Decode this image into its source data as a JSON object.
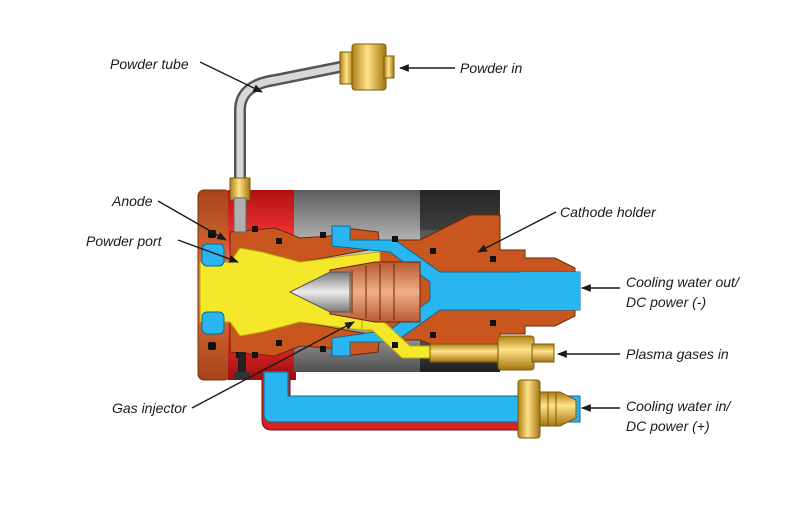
{
  "labels": {
    "powder_tube": "Powder tube",
    "powder_in": "Powder in",
    "anode": "Anode",
    "powder_port": "Powder port",
    "cathode_holder": "Cathode holder",
    "cooling_water_out_line1": "Cooling water out/",
    "cooling_water_out_line2": "DC power (-)",
    "plasma_gases_in": "Plasma gases in",
    "gas_injector": "Gas injector",
    "cooling_water_in_line1": "Cooling water in/",
    "cooling_water_in_line2": "DC power (+)"
  },
  "colors": {
    "copper": "#c8561e",
    "water": "#29b6f0",
    "powder_gas": "#f5e82a",
    "anode_body": "#e8231f",
    "grey_body": "#8f8f8f",
    "dark_body": "#3a3a3a",
    "brass": "#e7b93a"
  }
}
